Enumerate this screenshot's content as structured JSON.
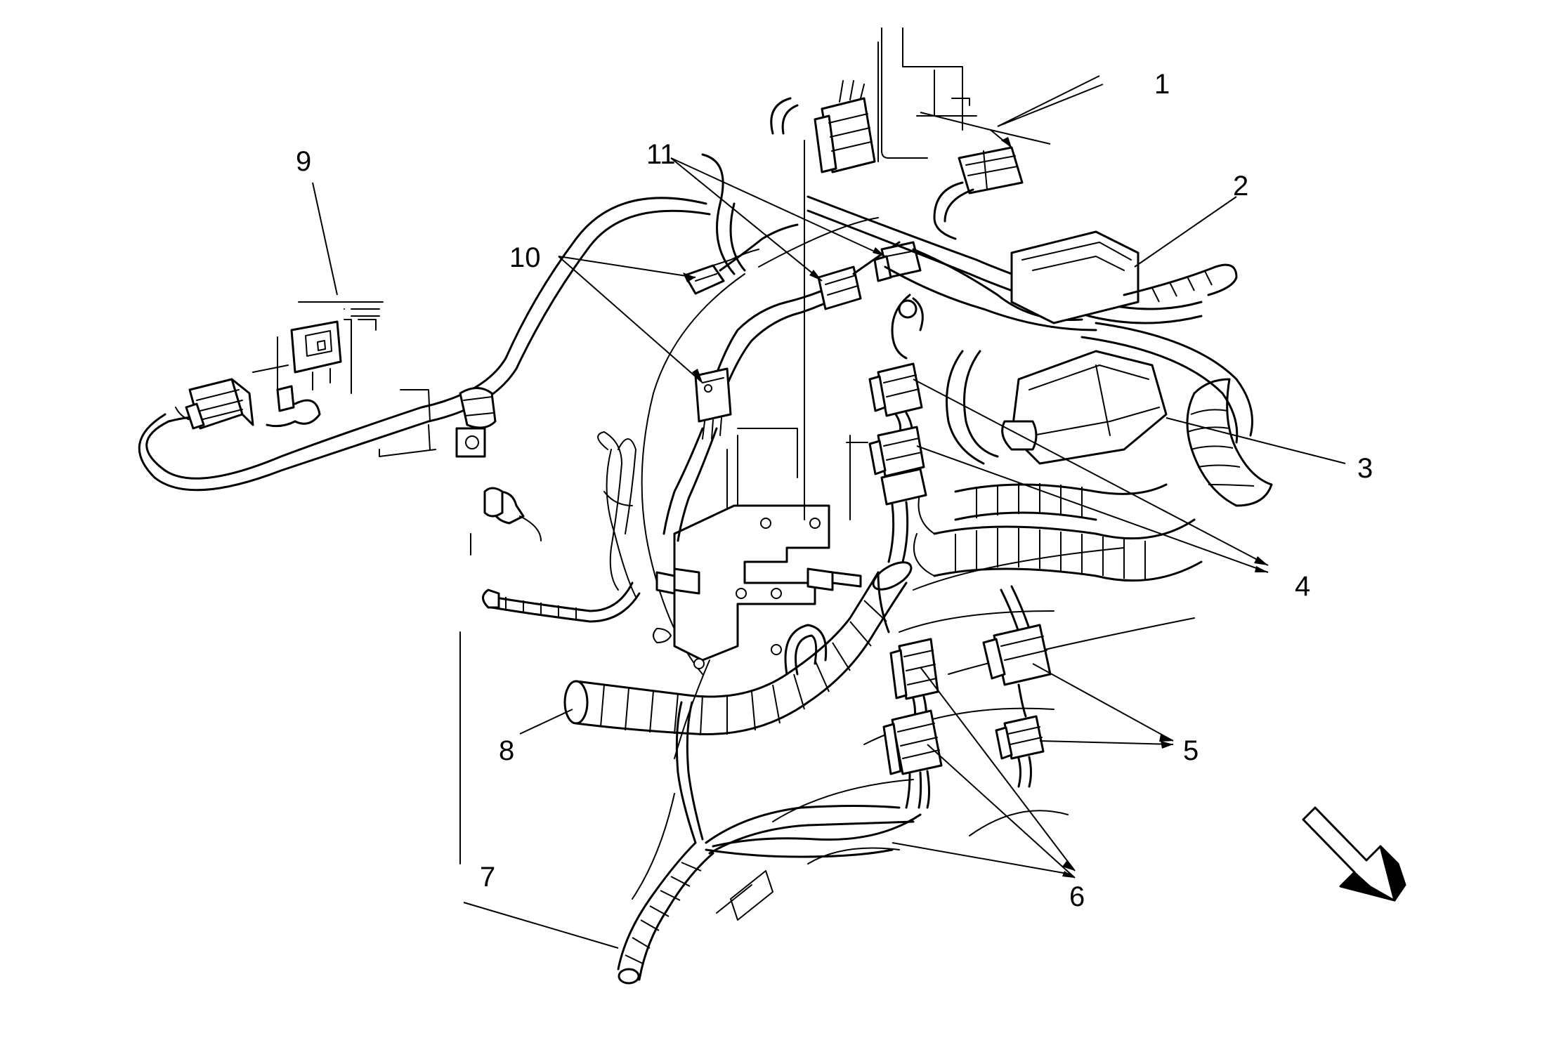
{
  "callouts": [
    {
      "id": "1",
      "label": "1"
    },
    {
      "id": "2",
      "label": "2"
    },
    {
      "id": "3",
      "label": "3"
    },
    {
      "id": "4",
      "label": "4"
    },
    {
      "id": "5",
      "label": "5"
    },
    {
      "id": "6",
      "label": "6"
    },
    {
      "id": "7",
      "label": "7"
    },
    {
      "id": "8",
      "label": "8"
    },
    {
      "id": "9",
      "label": "9"
    },
    {
      "id": "10",
      "label": "10"
    },
    {
      "id": "11",
      "label": "11"
    }
  ],
  "icons": {
    "direction_arrow": "view-direction-arrow-icon"
  }
}
